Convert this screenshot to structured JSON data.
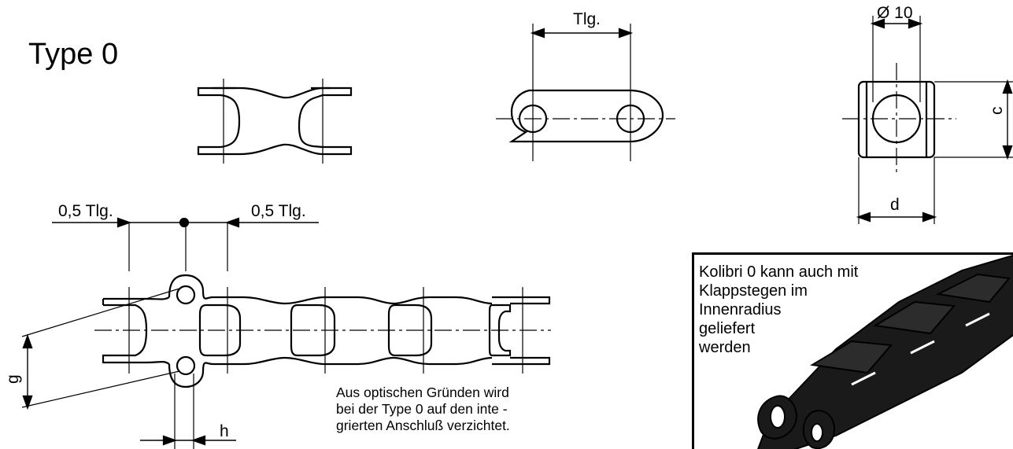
{
  "title": "Type 0",
  "dimensions": {
    "pitch_top": "Tlg.",
    "diameter": "Ø 10",
    "c": "c",
    "d": "d",
    "half_pitch_left": "0,5 Tlg.",
    "half_pitch_right": "0,5 Tlg.",
    "g": "g",
    "h": "h"
  },
  "note": "Aus optischen Gründen wird\nbei der Type 0 auf den inte -\ngrierten Anschluß verzichtet.",
  "photo_caption": "Kolibri 0 kann auch mit\nKlappstegen im\nInnenradius\ngeliefert\nwerden"
}
